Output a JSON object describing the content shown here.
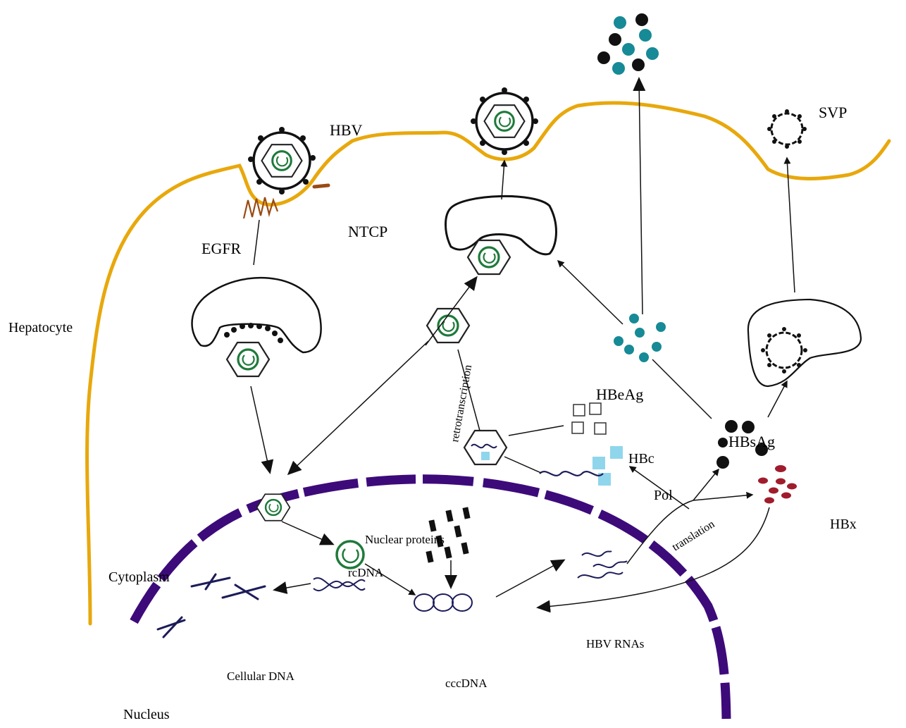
{
  "labels": {
    "hbv": "HBV",
    "svp": "SVP",
    "ntcp": "NTCP",
    "egfr": "EGFR",
    "hepatocyte": "Hepatocyte",
    "retrotranscription": "retrotranscription",
    "hbeag": "HBeAg",
    "hbsag": "HBsAg",
    "hbc": "HBc",
    "pol": "Pol",
    "hbx": "HBx",
    "translation": "translation",
    "nuclear_proteins": "Nuclear proteins",
    "rcdna": "rcDNA",
    "cytoplasm": "Cytoplasm",
    "hbv_rnas": "HBV RNAs",
    "cellular_dna": "Cellular DNA",
    "cccdna": "cccDNA",
    "nucleus": "Nucleus"
  },
  "colors": {
    "membrane": "#e8a80c",
    "nuclear_envelope": "#3d0a7a",
    "capsid_dna": "#1f7a3a",
    "teal_particles": "#168a96",
    "hbx_particles": "#a01c2c",
    "hbc_squares": "#8fd6ec",
    "rna_strands": "#1c1c5a",
    "egfr": "#9a4a14",
    "ink": "#111111"
  }
}
